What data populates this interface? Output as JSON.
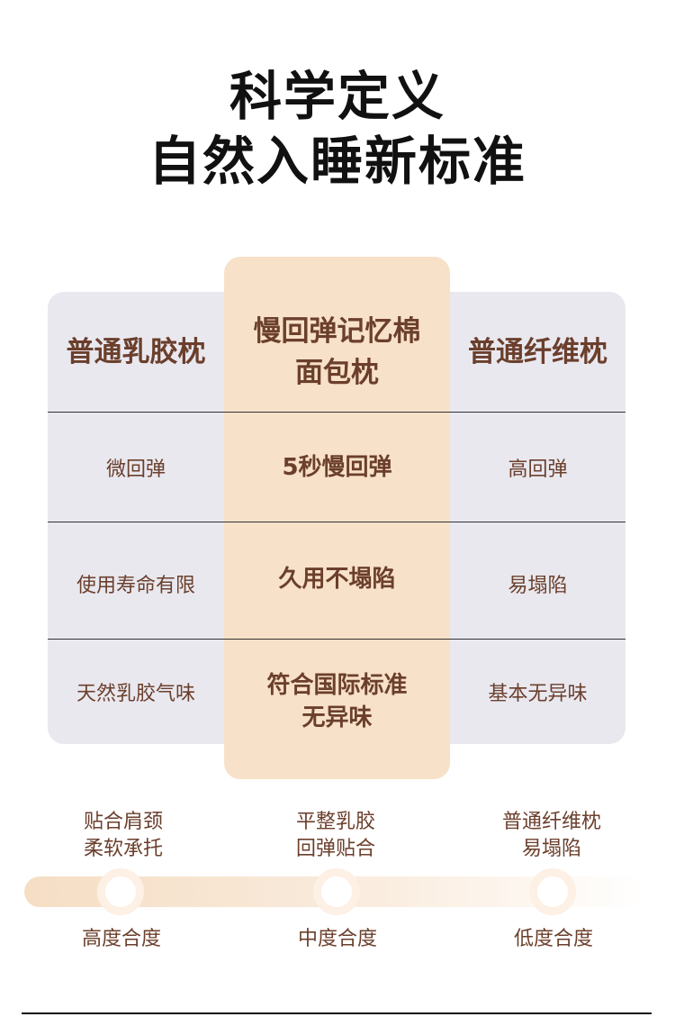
{
  "title": {
    "line1": "科学定义",
    "line2": "自然入睡新标准"
  },
  "table": {
    "headers": [
      "普通乳胶枕",
      "慢回弹记忆棉\n面包枕",
      "普通纤维枕"
    ],
    "header_mid_lines": [
      "慢回弹记忆棉",
      "面包枕"
    ],
    "rows": [
      {
        "left": "微回弹",
        "mid": "5秒慢回弹",
        "right": "高回弹"
      },
      {
        "left": "使用寿命有限",
        "mid": "久用不塌陷",
        "right": "易塌陷"
      },
      {
        "left": "天然乳胶气味",
        "mid_lines": [
          "符合国际标准",
          "无异味"
        ],
        "right": "基本无异味"
      }
    ]
  },
  "scale": {
    "items": [
      {
        "top": [
          "贴合肩颈",
          "柔软承托"
        ],
        "bottom": "高度合度"
      },
      {
        "top": [
          "平整乳胶",
          "回弹贴合"
        ],
        "bottom": "中度合度"
      },
      {
        "top": [
          "普通纤维枕",
          "易塌陷"
        ],
        "bottom": "低度合度"
      }
    ]
  },
  "colors": {
    "text": "#6b3f2c",
    "highlight": "#f7e1c8",
    "gray": "#e9e8ef"
  }
}
